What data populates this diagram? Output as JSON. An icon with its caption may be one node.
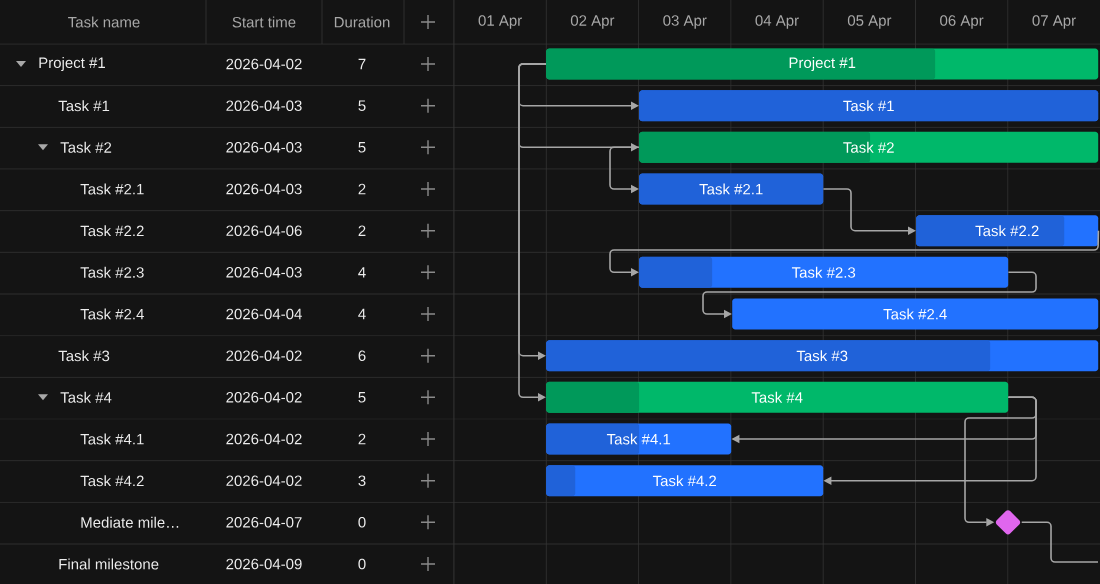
{
  "diagram": {
    "nodes": [
      {
        "text": [
          "Project #1"
        ]
      },
      {
        "text": [
          "Task #1"
        ]
      },
      {
        "text": [
          "Task #2"
        ]
      },
      {
        "text": [
          "Task #2.1"
        ]
      },
      {
        "text": [
          "Task #2.2"
        ]
      },
      {
        "text": [
          "Task #2.3"
        ]
      },
      {
        "text": [
          "Task #2.4"
        ]
      },
      {
        "text": [
          "Task #3"
        ]
      },
      {
        "text": [
          "Task #4"
        ]
      },
      {
        "text": [
          "Task #4.1"
        ]
      },
      {
        "text": [
          "Task #4.2"
        ]
      },
      {
        "text": [],
        "shape": "diamond"
      }
    ],
    "edges": [
      {
        "from": 0,
        "to": 1,
        "arrow": "to"
      },
      {
        "from": 0,
        "to": 2,
        "arrow": "to"
      },
      {
        "from": 2,
        "to": 3,
        "arrow": "to"
      },
      {
        "from": 3,
        "to": 4,
        "arrow": "to"
      },
      {
        "from": 4,
        "to": 5,
        "arrow": "to"
      },
      {
        "from": 5,
        "to": 6,
        "arrow": "to"
      },
      {
        "from": 0,
        "to": 7,
        "arrow": "to"
      },
      {
        "from": 0,
        "to": 8,
        "arrow": "to"
      },
      {
        "from": 8,
        "to": 9,
        "arrow": "to"
      },
      {
        "from": 8,
        "to": 10,
        "arrow": "to"
      },
      {
        "from": 8,
        "to": 11,
        "arrow": "to"
      },
      {
        "from": 11,
        "to": null,
        "arrow": "none"
      }
    ],
    "labels": [
      "Task name",
      "Start time",
      "Duration",
      "01 Apr",
      "02 Apr",
      "03 Apr",
      "04 Apr",
      "05 Apr",
      "06 Apr",
      "07 Apr",
      "Project #1",
      "2026-04-02",
      "7",
      "Task #1",
      "2026-04-03",
      "5",
      "Task #2",
      "2026-04-03",
      "5",
      "Task #2.1",
      "2026-04-03",
      "2",
      "Task #2.2",
      "2026-04-06",
      "2",
      "Task #2.3",
      "2026-04-03",
      "4",
      "Task #2.4",
      "2026-04-04",
      "4",
      "Task #3",
      "2026-04-02",
      "6",
      "Task #4",
      "2026-04-02",
      "5",
      "Task #4.1",
      "2026-04-02",
      "2",
      "Task #4.2",
      "2026-04-02",
      "3",
      "Mediate mile…",
      "2026-04-07",
      "0",
      "Final milestone",
      "2026-04-09",
      "0"
    ]
  }
}
